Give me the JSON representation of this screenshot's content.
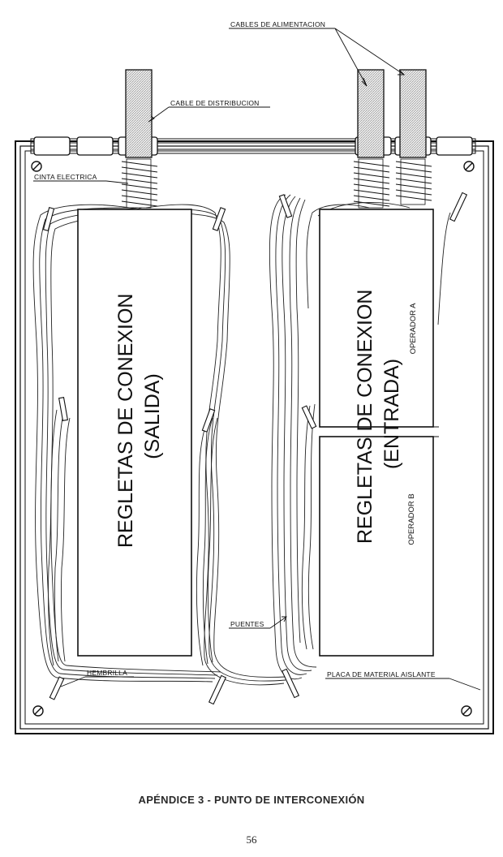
{
  "labels": {
    "power_cables": "CABLES DE ALIMENTACION",
    "distribution_cable": "CABLE DE DISTRIBUCION",
    "electrical_tape": "CINTA ELECTRICA",
    "bridges": "PUENTES",
    "grommet": "HEMBRILLA",
    "insulating_plate": "PLACA DE MATERIAL AISLANTE"
  },
  "blocks": {
    "output_line1": "REGLETAS DE CONEXION",
    "output_line2": "(SALIDA)",
    "input_line1": "REGLETAS DE CONEXION",
    "input_line2": "(ENTRADA)",
    "operator_a": "OPERADOR A",
    "operator_b": "OPERADOR B"
  },
  "caption": "APÉNDICE 3 - PUNTO DE INTERCONEXIÓN",
  "page_number": "56"
}
